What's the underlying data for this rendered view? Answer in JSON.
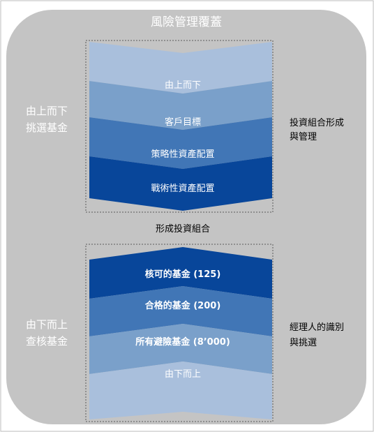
{
  "title": "風險管理覆蓋",
  "top_left_label": [
    "由上而下",
    "挑選基金"
  ],
  "top_right_label": [
    "投資組合形成",
    "與管理"
  ],
  "top_bands": [
    "由上而下",
    "客戶目標",
    "策略性資產配置",
    "戰術性資產配置"
  ],
  "middle_label": "形成投資組合",
  "bottom_bands": [
    "核可的基金 (125)",
    "合格的基金 (200)",
    "所有避險基金 (8’000)",
    "由下而上"
  ],
  "bottom_left_label": [
    "由下而上",
    "查核基金"
  ],
  "bottom_right_label": [
    "經理人的識別",
    "與挑選"
  ],
  "colors": {
    "background": "#c4c4c4",
    "band_lightest": "#a9bfdc",
    "band_light": "#7aa0ca",
    "band_medium": "#4176b6",
    "band_dark": "#08469a",
    "white_text": "#ffffff",
    "dark_text": "#000000"
  }
}
